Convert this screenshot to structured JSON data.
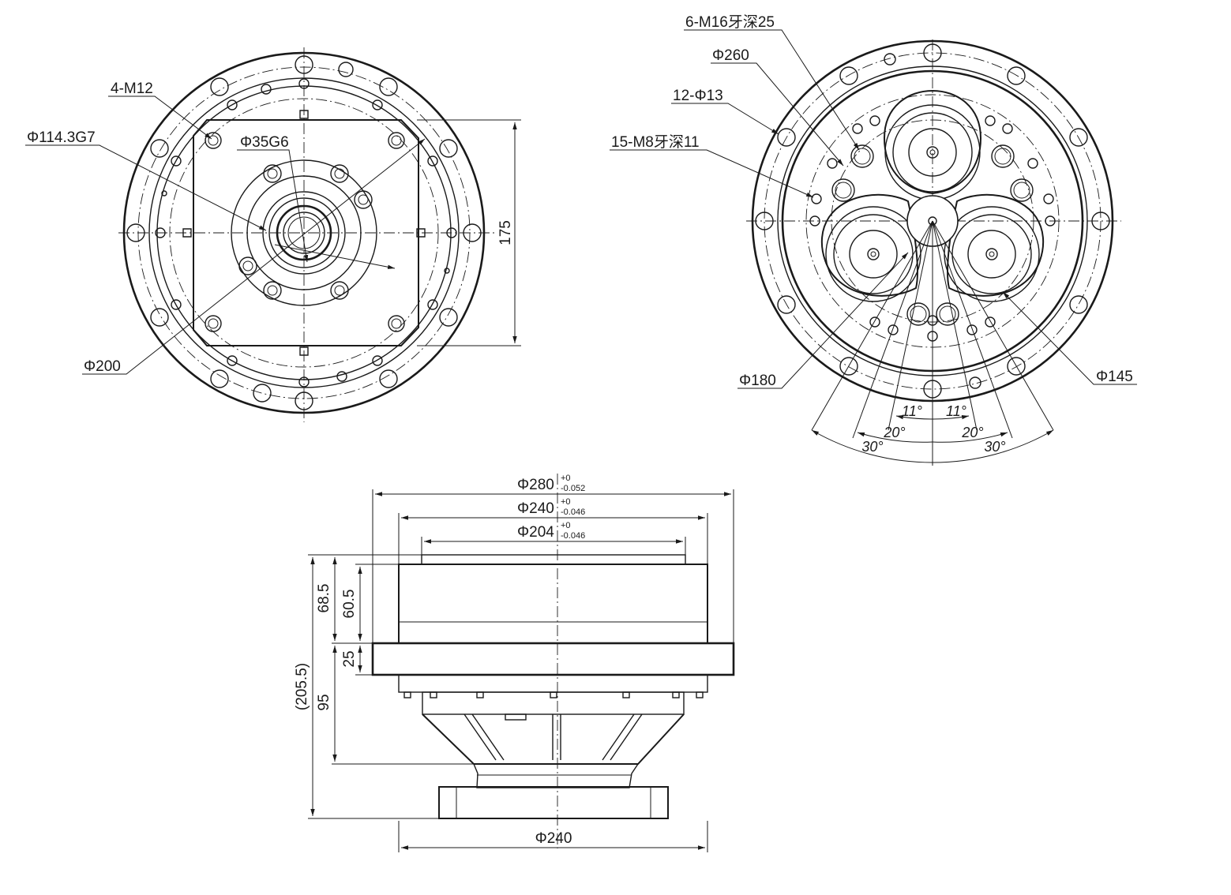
{
  "front_view": {
    "labels": {
      "thread_holes": "4-M12",
      "bore_large": "Φ114.3G7",
      "bore_small": "Φ35G6",
      "pitch_circle": "Φ200",
      "square_size": "175"
    }
  },
  "rear_view": {
    "labels": {
      "tapped_holes_m16": "6-M16牙深25",
      "outer_pitch": "Φ260",
      "through_holes": "12-Φ13",
      "tapped_holes_m8": "15-M8牙深11",
      "pitch_180": "Φ180",
      "pitch_145": "Φ145"
    },
    "angles": {
      "a11_left": "11°",
      "a11_right": "11°",
      "a20_left": "20°",
      "a20_right": "20°",
      "a30_left": "30°",
      "a30_right": "30°"
    }
  },
  "side_view": {
    "diameters": {
      "d280": "Φ280",
      "d280_tol_upper": "+0",
      "d280_tol_lower": "-0.052",
      "d240": "Φ240",
      "d240_tol_upper": "+0",
      "d240_tol_lower": "-0.046",
      "d204": "Φ204",
      "d204_tol_upper": "+0",
      "d204_tol_lower": "-0.046",
      "d240_base": "Φ240"
    },
    "heights": {
      "h68_5": "68.5",
      "h60_5": "60.5",
      "h25": "25",
      "h95": "95",
      "h205_5": "(205.5)"
    }
  },
  "colors": {
    "line": "#1a1a1a",
    "background": "#ffffff"
  }
}
